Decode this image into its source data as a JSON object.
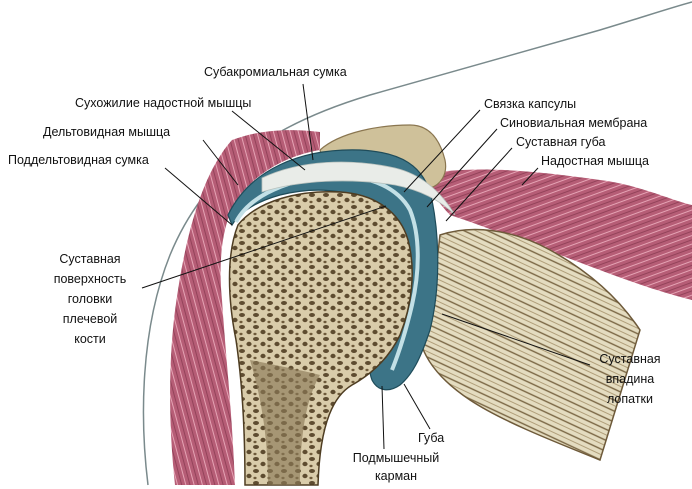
{
  "labels": {
    "subacromial_bursa": "Субакромиальная сумка",
    "supraspinatus_tendon": "Сухожилие надостной мышцы",
    "deltoid": "Дельтовидная мышца",
    "subdeltoid_bursa": "Поддельтовидная сумка",
    "capsule_ligament": "Связка капсулы",
    "synovial_membrane": "Синовиальная мембрана",
    "glenoid_labrum": "Суставная губа",
    "supraspinatus": "Надостная мышца",
    "humeral_surface": [
      "Суставная",
      "поверхность",
      "головки",
      "плечевой",
      "кости"
    ],
    "glenoid_cavity": [
      "Суставная",
      "впадина",
      "лопатки"
    ],
    "lip": "Губа",
    "axillary_pouch": [
      "Подмышечный",
      "карман"
    ]
  },
  "colors": {
    "muscle": "#b0566f",
    "muscle_light": "#d690a4",
    "bone": "#d8cba4",
    "bone_dark": "#6e5a3a",
    "synovial": "#3c7487",
    "cartilage": "#c3e0e6",
    "tendon": "#e9ece8",
    "skin_line": "#7a8a8c"
  }
}
